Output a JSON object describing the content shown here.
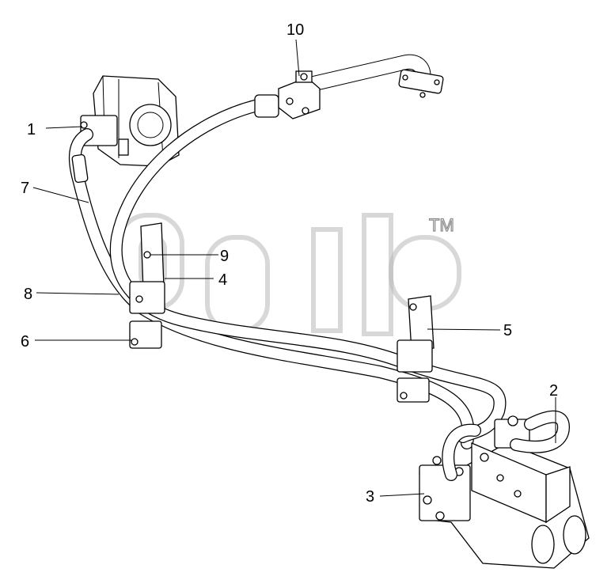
{
  "diagram": {
    "trademark": "TM",
    "callouts": [
      {
        "id": "1",
        "label": "1"
      },
      {
        "id": "2",
        "label": "2"
      },
      {
        "id": "3",
        "label": "3"
      },
      {
        "id": "4",
        "label": "4"
      },
      {
        "id": "5",
        "label": "5"
      },
      {
        "id": "6",
        "label": "6"
      },
      {
        "id": "7",
        "label": "7"
      },
      {
        "id": "8",
        "label": "8"
      },
      {
        "id": "9",
        "label": "9"
      },
      {
        "id": "10",
        "label": "10"
      }
    ]
  },
  "colors": {
    "line": "#000000",
    "watermark": "#b8b8b8",
    "background": "#ffffff"
  }
}
